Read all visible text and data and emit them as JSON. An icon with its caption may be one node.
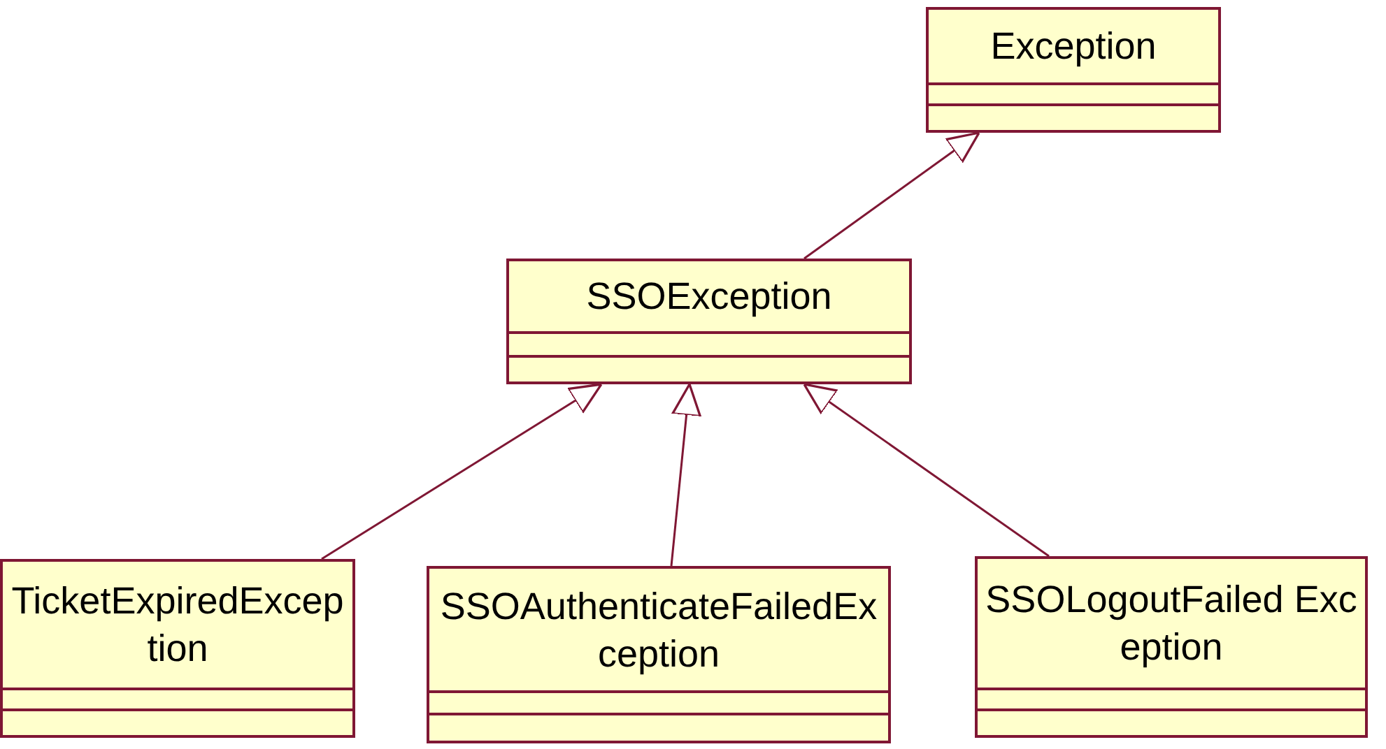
{
  "diagram": {
    "nodes": [
      {
        "text": [
          "Exception"
        ]
      },
      {
        "text": [
          "SSOException"
        ]
      },
      {
        "text": [
          "TicketExpiredException"
        ]
      },
      {
        "text": [
          "SSOAuthenticateFailedException"
        ]
      },
      {
        "text": [
          "SSOLogoutFailed Exception"
        ]
      }
    ],
    "edges": [
      {
        "from": 1,
        "to": 0,
        "arrow": "to"
      },
      {
        "from": 2,
        "to": 1,
        "arrow": "to"
      },
      {
        "from": 3,
        "to": 1,
        "arrow": "to"
      },
      {
        "from": 4,
        "to": 1,
        "arrow": "to"
      }
    ]
  }
}
